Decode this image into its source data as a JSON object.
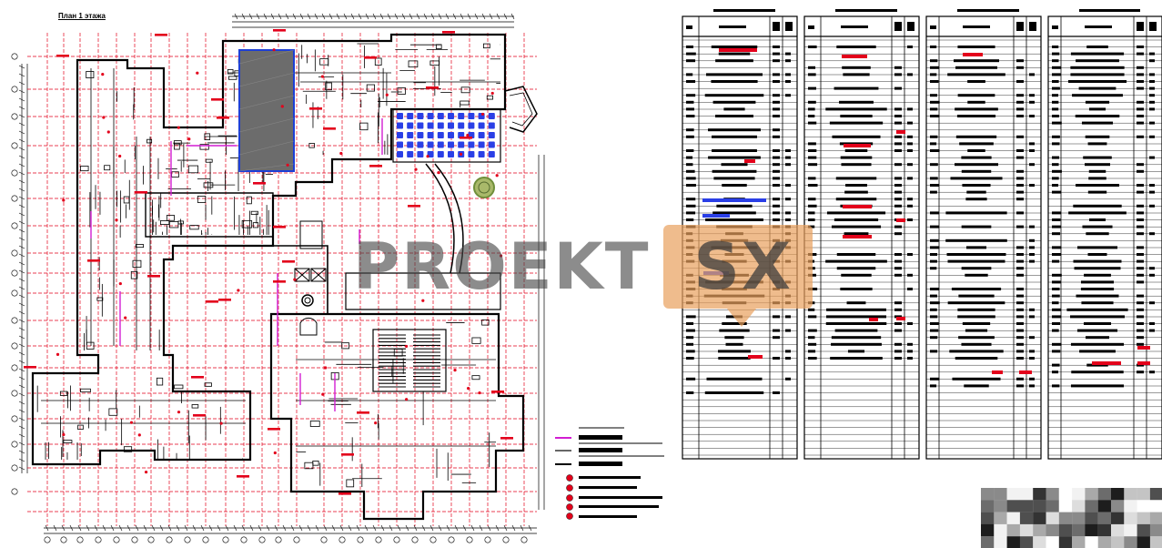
{
  "drawing": {
    "plan_title": "План 1 этажа",
    "watermark_text": "PROEKT",
    "watermark_badge": "SX"
  },
  "colors": {
    "lines": "#000000",
    "axes_red": "#e3001b",
    "partitions_magenta": "#d21ed2",
    "pool_fill": "#6c6c6c",
    "pool_edge": "#1d3fd6",
    "seating_blue": "#2a3fe6",
    "circle_green": "#6f8f3a",
    "watermark_orange": "#e8a05c"
  },
  "icons": {
    "legend_markers": "numbered-red-circle-icon",
    "stair": "spiral-stair-icon"
  }
}
